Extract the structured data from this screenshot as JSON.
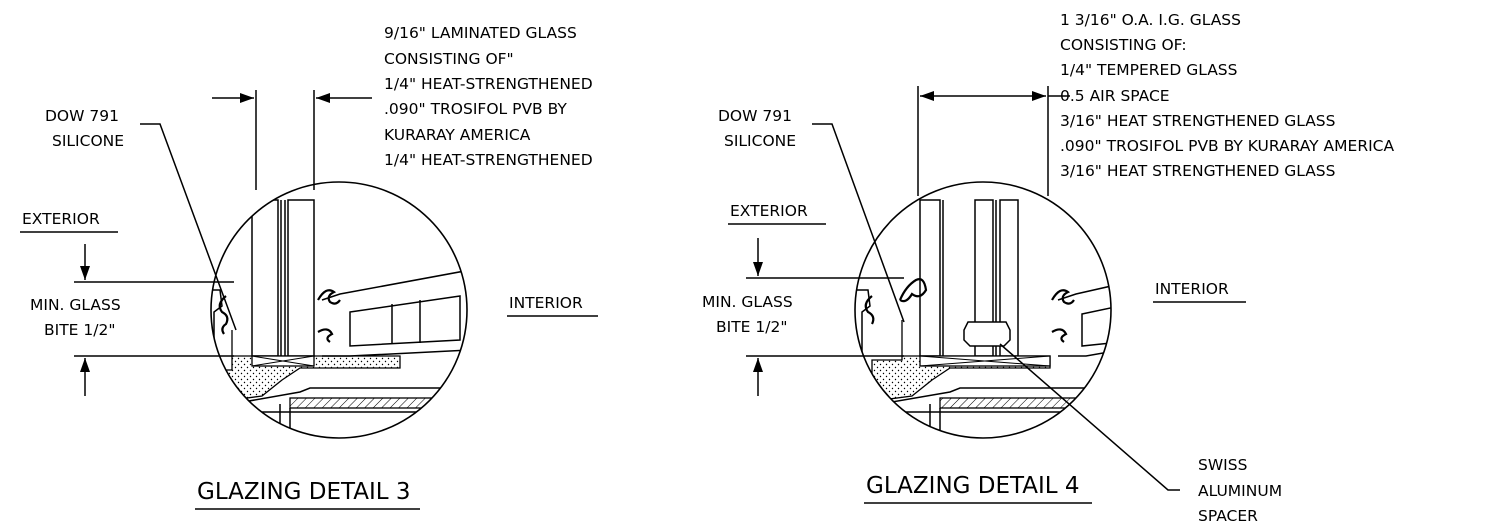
{
  "detail3": {
    "title": "GLAZING DETAIL 3",
    "glass_lines": [
      "9/16\" LAMINATED GLASS",
      "CONSISTING OF\"",
      "1/4\" HEAT-STRENGTHENED",
      ".090\" TROSIFOL PVB BY",
      "KURARAY AMERICA",
      "1/4\" HEAT-STRENGTHENED"
    ],
    "sealant": [
      "DOW 791",
      "SILICONE"
    ],
    "exterior": "EXTERIOR",
    "interior": "INTERIOR",
    "bite": [
      "MIN. GLASS",
      "BITE 1/2\""
    ]
  },
  "detail4": {
    "title": "GLAZING DETAIL 4",
    "glass_lines": [
      "1 3/16\" O.A. I.G. GLASS",
      "CONSISTING OF:",
      "1/4\" TEMPERED GLASS",
      "0.5 AIR SPACE",
      "3/16\" HEAT STRENGTHENED GLASS",
      ".090\" TROSIFOL PVB BY KURARAY AMERICA",
      "3/16\" HEAT STRENGTHENED GLASS"
    ],
    "sealant": [
      "DOW 791",
      "SILICONE"
    ],
    "exterior": "EXTERIOR",
    "interior": "INTERIOR",
    "bite": [
      "MIN. GLASS",
      "BITE 1/2\""
    ],
    "spacer": [
      "SWISS",
      "ALUMINUM",
      "SPACER"
    ]
  }
}
